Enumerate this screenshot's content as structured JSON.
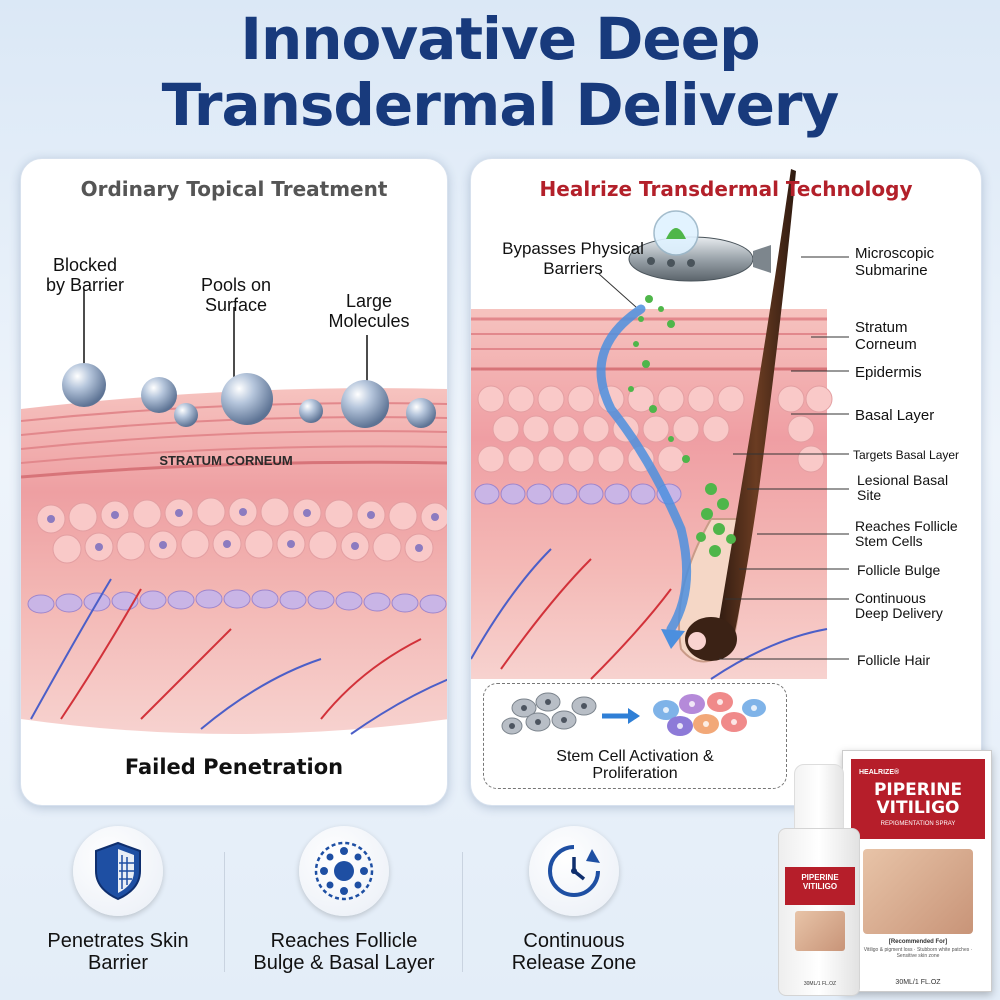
{
  "headline": {
    "line1": "Innovative Deep",
    "line2": "Transdermal Delivery"
  },
  "left_panel": {
    "title": "Ordinary Topical Treatment",
    "labels": {
      "blocked_l1": "Blocked",
      "blocked_l2": "by Barrier",
      "pools_l1": "Pools on",
      "pools_l2": "Surface",
      "large_l1": "Large",
      "large_l2": "Molecules",
      "stratum": "STRATUM CORNEUM"
    },
    "footer": "Failed Penetration"
  },
  "right_panel": {
    "title": "Healrize Transdermal Technology",
    "bypass_l1": "Bypasses Physical",
    "bypass_l2": "Barriers",
    "labels": {
      "submarine_l1": "Microscopic",
      "submarine_l2": "Submarine",
      "stratum_l1": "Stratum",
      "stratum_l2": "Corneum",
      "epidermis": "Epidermis",
      "basal": "Basal Layer",
      "targets": "Targets Basal Layer",
      "lesional_l1": "Lesional Basal",
      "lesional_l2": "Site",
      "follicle_stem_l1": "Reaches Follicle",
      "follicle_stem_l2": "Stem Cells",
      "bulge": "Follicle Bulge",
      "continuous_l1": "Continuous",
      "continuous_l2": "Deep Delivery",
      "hair": "Follicle Hair"
    },
    "stem_cell_l1": "Stem Cell Activation &",
    "stem_cell_l2": "Proliferation"
  },
  "features": [
    {
      "icon": "shield-icon",
      "line1": "Penetrates Skin",
      "line2": "Barrier"
    },
    {
      "icon": "cell-icon",
      "line1": "Reaches Follicle",
      "line2": "Bulge & Basal Layer"
    },
    {
      "icon": "clock-icon",
      "line1": "Continuous",
      "line2": "Release Zone"
    }
  ],
  "product": {
    "brand": "HEALRIZE®",
    "name_l1": "PIPERINE",
    "name_l2": "VITILIGO",
    "subtitle": "REPIGMENTATION SPRAY",
    "recommended": "[Recommended For]",
    "recommended_body": "Vitiligo & pigment loss · Stubborn white patches · Sensitive skin zone",
    "volume": "30ML/1 FL.OZ",
    "bottle_volume": "30ML/1 FL.OZ"
  },
  "colors": {
    "headline": "#183a7c",
    "accent_red": "#b3202a",
    "skin_pink": "#f0a7a8"
  }
}
